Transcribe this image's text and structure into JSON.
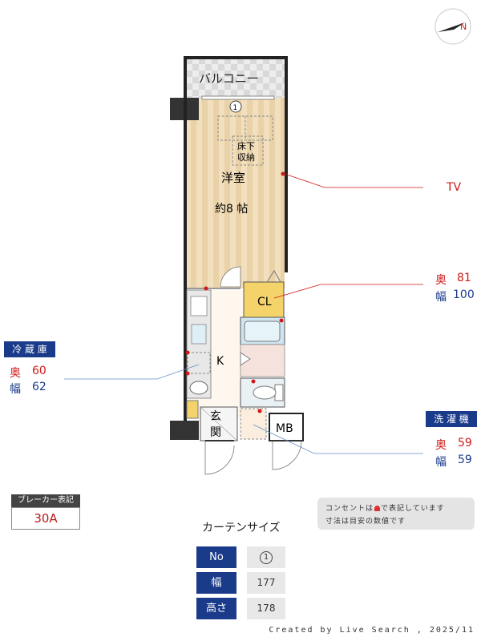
{
  "rooms": {
    "balcony": "バルコニー",
    "underfloor_line1": "床下",
    "underfloor_line2": "収納",
    "western_room": "洋室",
    "room_size": "約8 帖",
    "closet": "CL",
    "kitchen": "K",
    "entrance_line1": "玄",
    "entrance_line2": "関",
    "meter_box": "MB",
    "window_number": "1"
  },
  "callouts": {
    "tv": "TV",
    "closet_depth_label": "奥",
    "closet_depth": "81",
    "closet_width_label": "幅",
    "closet_width": "100",
    "fridge_title": "冷 蔵 庫",
    "fridge_depth_label": "奥",
    "fridge_depth": "60",
    "fridge_width_label": "幅",
    "fridge_width": "62",
    "washer_title": "洗 濯 機",
    "washer_depth_label": "奥",
    "washer_depth": "59",
    "washer_width_label": "幅",
    "washer_width": "59"
  },
  "notes": {
    "line1_before": "コンセントは",
    "line1_after": "で表記しています",
    "line2": "寸法は目安の数値です"
  },
  "breaker": {
    "title": "ブレーカー表記",
    "value": "30A"
  },
  "curtain": {
    "title": "カーテンサイズ",
    "rows": [
      {
        "head": "No",
        "value": "1"
      },
      {
        "head": "幅",
        "value": "177"
      },
      {
        "head": "高さ",
        "value": "178"
      }
    ]
  },
  "credit": "Created by Live Search , 2025/11",
  "compass": "N",
  "colors": {
    "accent_navy": "#1a3a8a",
    "outlet_red": "#d01818",
    "floor_wood": "#f0dcb8",
    "closet_yellow": "#f4d46a",
    "bath_blue": "#cfe6f2"
  }
}
